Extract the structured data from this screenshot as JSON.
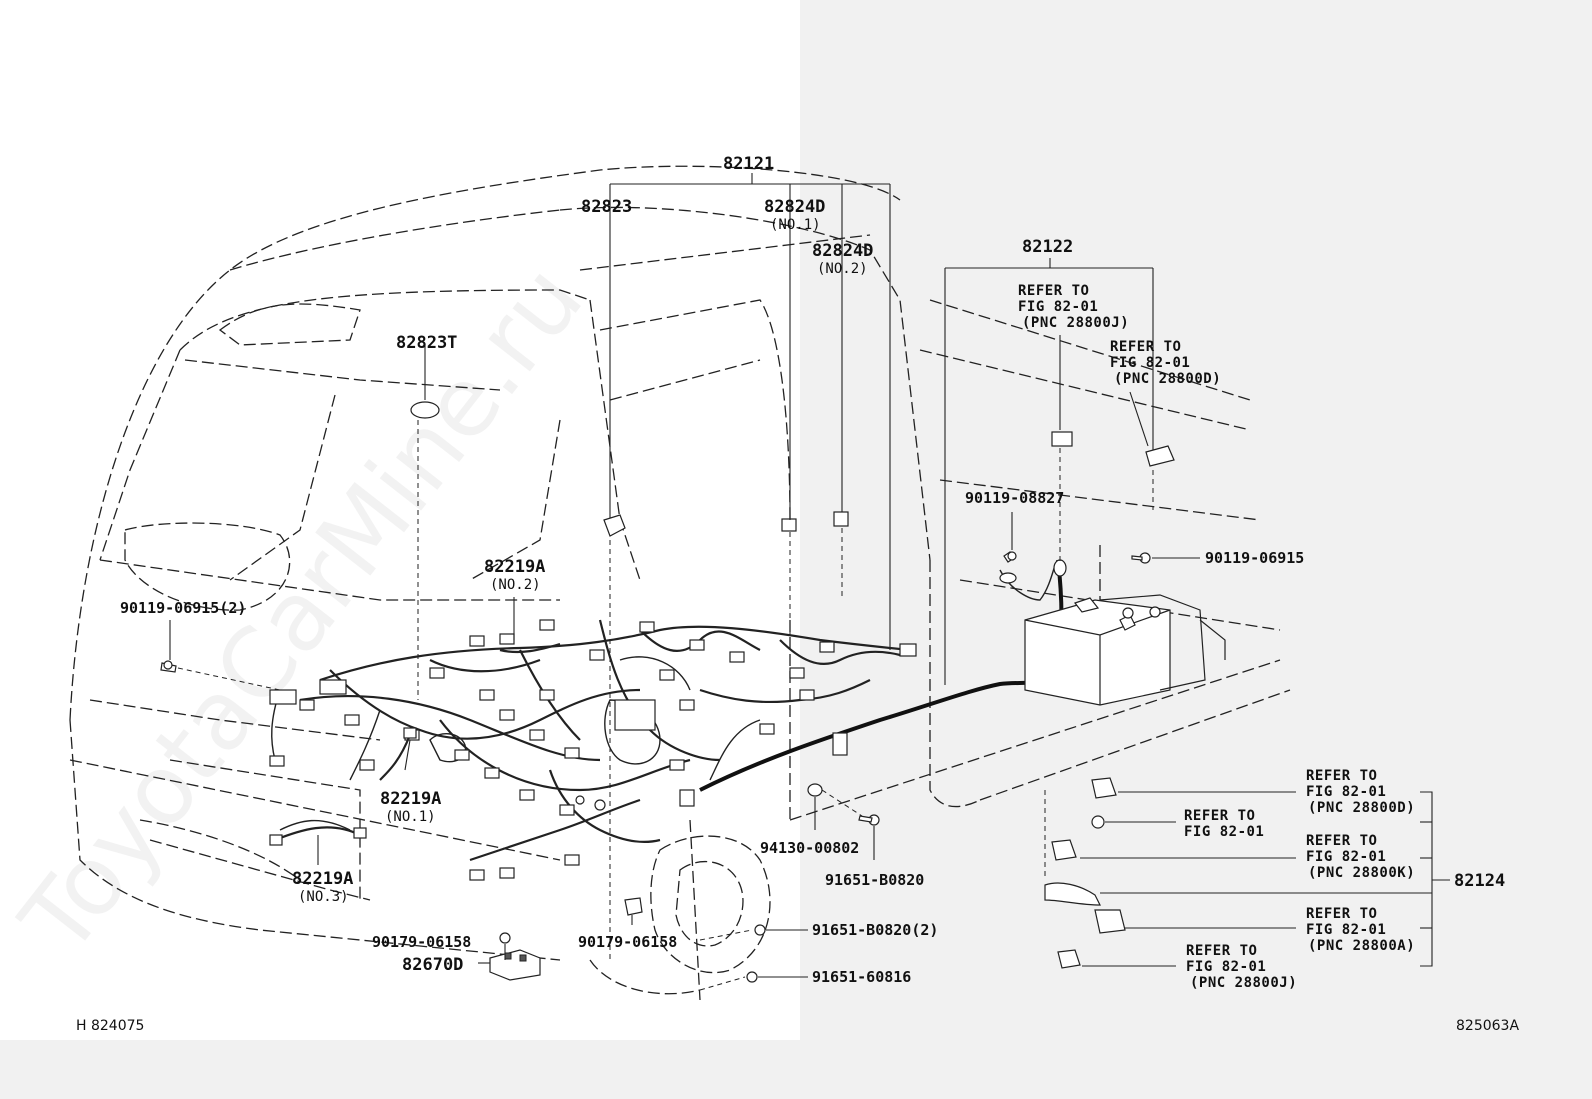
{
  "watermark": "ToyotaCarMine.ru",
  "figure_id": "825063A",
  "drawing_number": "H 824075",
  "callouts": {
    "c82121": "82121",
    "c82823": "82823",
    "c82824d_1": "82824D",
    "c82824d_1_sub": "(NO.1)",
    "c82824d_2": "82824D",
    "c82824d_2_sub": "(NO.2)",
    "c82823t": "82823T",
    "c82122": "82122",
    "c82219a_2": "82219A",
    "c82219a_2_sub": "(NO.2)",
    "c82219a_1": "82219A",
    "c82219a_1_sub": "(NO.1)",
    "c82219a_3": "82219A",
    "c82219a_3_sub": "(NO.3)",
    "c90119_06915_2": "90119-06915(2)",
    "c90119_08827": "90119-08827",
    "c90119_06915": "90119-06915",
    "c94130_00802": "94130-00802",
    "c91651_b0820": "91651-B0820",
    "c91651_b0820_2": "91651-B0820(2)",
    "c91651_60816": "91651-60816",
    "c90179_06158_a": "90179-06158",
    "c90179_06158_b": "90179-06158",
    "c82670d": "82670D",
    "c82124": "82124"
  },
  "refer_notes": {
    "r28800j_top": {
      "l1": "REFER TO",
      "l2": "FIG 82-01",
      "l3": "(PNC 28800J)"
    },
    "r28800d_top": {
      "l1": "REFER TO",
      "l2": "FIG 82-01",
      "l3": "(PNC 28800D)"
    },
    "r28800d": {
      "l1": "REFER TO",
      "l2": "FIG 82-01",
      "l3": "(PNC 28800D)"
    },
    "r8201": {
      "l1": "REFER TO",
      "l2": "FIG 82-01"
    },
    "r28800k": {
      "l1": "REFER TO",
      "l2": "FIG 82-01",
      "l3": "(PNC 28800K)"
    },
    "r28800a": {
      "l1": "REFER TO",
      "l2": "FIG 82-01",
      "l3": "(PNC 28800A)"
    },
    "r28800j": {
      "l1": "REFER TO",
      "l2": "FIG 82-01",
      "l3": "(PNC 28800J)"
    }
  }
}
